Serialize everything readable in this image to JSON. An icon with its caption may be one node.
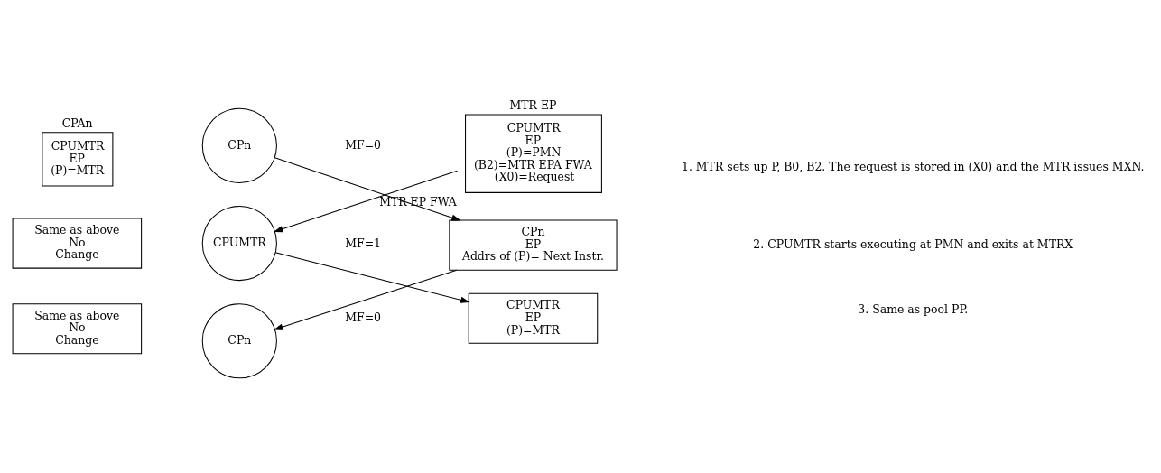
{
  "diagram": {
    "nodes": [
      {
        "text": [
          "CPAn",
          "CPUMTR",
          "EP",
          "(P)=MTR"
        ]
      },
      {
        "text": [
          "Same as above",
          "No",
          "Change"
        ]
      },
      {
        "text": [
          "Same as above",
          "No",
          "Change"
        ]
      },
      {
        "text": [
          "CPn"
        ]
      },
      {
        "text": [
          "CPUMTR"
        ]
      },
      {
        "text": [
          "CPn"
        ]
      },
      {
        "text": [
          "MTR EP",
          "CPUMTR",
          "EP",
          "(P)=PMN",
          "(B2)=MTR EPA FWA",
          "(X0)=Request"
        ],
        "beside": [
          "MTR EP FWA"
        ]
      },
      {
        "text": [
          "CPn",
          "EP",
          "Addrs of (P)= Next Instr."
        ]
      },
      {
        "text": [
          "CPUMTR",
          "EP",
          "(P)=MTR"
        ]
      }
    ],
    "edges": [
      {
        "from": 3,
        "to": 7,
        "arrow": "to"
      },
      {
        "from": 6,
        "to": 4,
        "arrow": "to"
      },
      {
        "from": 7,
        "to": 5,
        "arrow": "to"
      },
      {
        "from": 4,
        "to": 8,
        "arrow": "to"
      }
    ],
    "labels": [
      "MF=0",
      "MF=1",
      "MF=0",
      "1. MTR sets up P, B0, B2. The request is stored in (X0) and the MTR issues MXN.",
      "2. CPUMTR starts executing at PMN and exits at MTRX",
      "3. Same as pool PP."
    ]
  }
}
